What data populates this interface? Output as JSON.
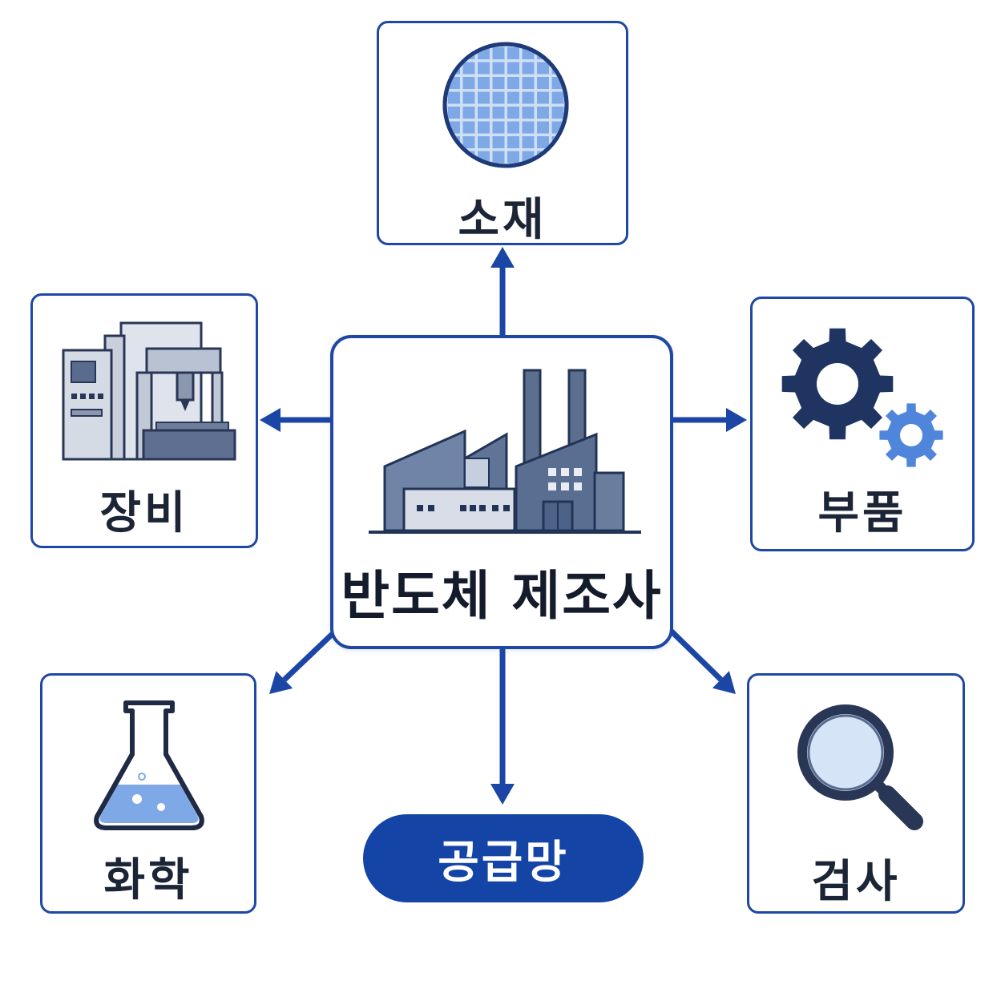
{
  "center": {
    "label": "반도체 제조사"
  },
  "nodes": {
    "materials": "소재",
    "equipment": "장비",
    "components": "부품",
    "chemicals": "화학",
    "inspection": "검사"
  },
  "supply_chain": {
    "label": "공급망"
  },
  "icons": {
    "center": "factory-icon",
    "materials": "wafer-icon",
    "equipment": "machine-tool-icon",
    "components": "gears-icon",
    "chemicals": "flask-icon",
    "inspection": "magnifier-icon"
  },
  "colors": {
    "border": "#1f47a4",
    "arrow": "#1c46a6",
    "pill": "#1344a6",
    "text": "#1c2536"
  }
}
